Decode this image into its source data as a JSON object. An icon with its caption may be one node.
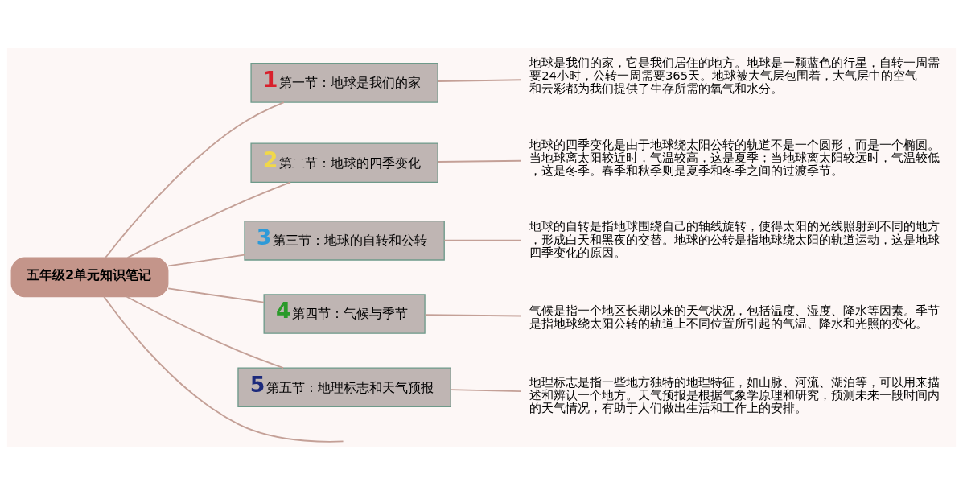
{
  "diagram": {
    "nodes": [
      {
        "text": [
          "五年级2单元知识笔记"
        ]
      },
      {
        "text": [
          "1",
          "第一节：地球是我们的家"
        ]
      },
      {
        "text": [
          "2",
          "第二节：地球的四季变化"
        ]
      },
      {
        "text": [
          "3",
          "第三节：地球的自转和公转"
        ]
      },
      {
        "text": [
          "4",
          "第四节：气候与季节"
        ]
      },
      {
        "text": [
          "5",
          "第五节：地理标志和天气预报"
        ]
      },
      {
        "text": [
          "地球是我们的家，它是我们居住的地方。地球是一颗蓝色的行星，自转一周需要24小时，公转一周需要365天。地球被大气层包围着，大气层中的空气和云彩都为我们提供了生存所需的氧气和水分。"
        ]
      },
      {
        "text": [
          "地球的四季变化是由于地球绕太阳公转的轨道不是一个圆形，而是一个椭圆。当地球离太阳较近时，气温较高，这是夏季；当地球离太阳较远时，气温较低，这是冬季。春季和秋季则是夏季和冬季之间的过渡季节。"
        ]
      },
      {
        "text": [
          "地球的自转是指地球围绕自己的轴线旋转，使得太阳的光线照射到不同的地方，形成白天和黑夜的交替。地球的公转是指地球绕太阳的轨道运动，这是地球四季变化的原因。"
        ]
      },
      {
        "text": [
          "气候是指一个地区长期以来的天气状况，包括温度、湿度、降水等因素。季节是指地球绕太阳公转的轨道上不同位置所引起的气温、降水和光照的变化。"
        ]
      },
      {
        "text": [
          "地理标志是指一些地方独特的地理特征，如山脉、河流、湖泊等，可以用来描述和辨认一个地方。天气预报是根据气象学原理和研究，预测未来一段时间内的天气情况，有助于人们做出生活和工作上的安排。"
        ]
      }
    ],
    "edges": [
      {
        "from": 0,
        "to": 1,
        "arrow": "none"
      },
      {
        "from": 0,
        "to": 2,
        "arrow": "none"
      },
      {
        "from": 0,
        "to": 3,
        "arrow": "none"
      },
      {
        "from": 0,
        "to": 4,
        "arrow": "none"
      },
      {
        "from": 0,
        "to": 5,
        "arrow": "none"
      },
      {
        "from": 0,
        "to": null,
        "arrow": "none"
      },
      {
        "from": 1,
        "to": 6,
        "arrow": "none"
      },
      {
        "from": 2,
        "to": 7,
        "arrow": "none"
      },
      {
        "from": 3,
        "to": 8,
        "arrow": "none"
      },
      {
        "from": 4,
        "to": 9,
        "arrow": "none"
      },
      {
        "from": 5,
        "to": 10,
        "arrow": "none"
      }
    ]
  }
}
